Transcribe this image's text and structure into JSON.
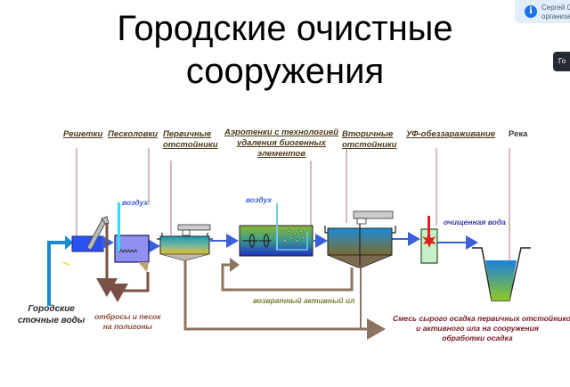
{
  "title": {
    "line1": "Городские очистные",
    "line2": "сооружения"
  },
  "notification": {
    "icon": "info-icon",
    "line1": "Сергей Св",
    "line2": "организат"
  },
  "overlay_button": {
    "label": "Го"
  },
  "stages": {
    "screens": "Решетки",
    "sand_traps": "Песколовки",
    "primary_line1": "Первичные",
    "primary_line2": "отстойники",
    "aero_line1": "Аэротенки с технологией",
    "aero_line2": "удаления биогенных",
    "aero_line3": "элементов",
    "secondary_line1": "Вторичные",
    "secondary_line2": "отстойники",
    "uv": "УФ-обеззараживание",
    "river": "Река"
  },
  "annotations": {
    "air1": "воздух",
    "air2": "воздух",
    "clean_water": "очищенная вода",
    "inflow_line1": "Городские",
    "inflow_line2": "сточные воды",
    "waste_line1": "отбросы и песок",
    "waste_line2": "на полигоны",
    "return_sludge": "возвратный активный ил",
    "mix_line1": "Смесь сырого осадка первичных  отстойников",
    "mix_line2": "и активного ила на сооружения",
    "mix_line3": "обработки осадка"
  },
  "colors": {
    "flow_arrow": "#3a5fd9",
    "sludge_line": "#8b7560",
    "label_text": "#4a3a1a",
    "note_brown": "#8b4a3a",
    "note_olive": "#7a7a30",
    "note_maroon": "#7a1a2a",
    "clean_water_text": "#3a3ab0",
    "leader_line": "#b07080"
  }
}
